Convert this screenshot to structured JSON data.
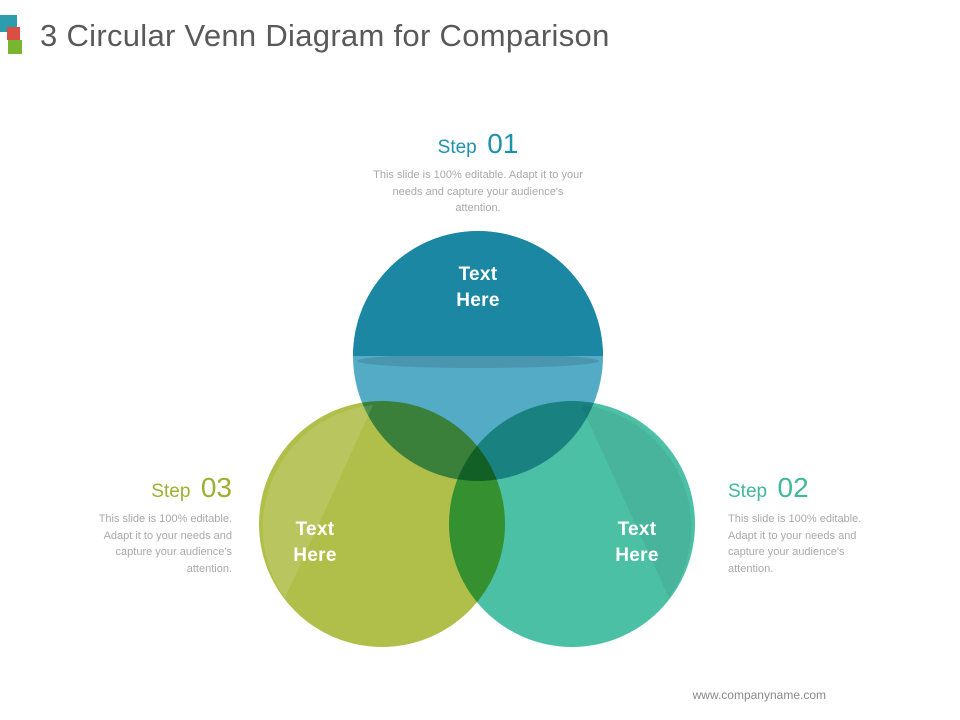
{
  "slide": {
    "title": "3 Circular Venn Diagram for Comparison",
    "footer_url": "www.companyname.com"
  },
  "steps": {
    "step01": {
      "word": "Step",
      "number": "01",
      "description": "This slide is 100% editable. Adapt it to your needs and capture your audience's attention.",
      "color": "#1c92ad"
    },
    "step02": {
      "word": "Step",
      "number": "02",
      "description": "This slide is 100% editable. Adapt it to your needs and capture your audience's attention.",
      "color": "#41b79c"
    },
    "step03": {
      "word": "Step",
      "number": "03",
      "description": "This slide is 100% editable. Adapt it to your needs and capture your audience's attention.",
      "color": "#9daf30"
    }
  },
  "venn": {
    "circles": {
      "top": {
        "line1": "Text",
        "line2": "Here",
        "color_solid": "#1b87a3",
        "color_light": "#54abc6"
      },
      "left": {
        "line1": "Text",
        "line2": "Here",
        "color": "#b0bf4a"
      },
      "right": {
        "line1": "Text",
        "line2": "Here",
        "color": "#4cc0a5"
      }
    }
  },
  "logo_colors": {
    "teal": "#2c9dad",
    "red": "#d94f43",
    "green": "#78b62f"
  }
}
